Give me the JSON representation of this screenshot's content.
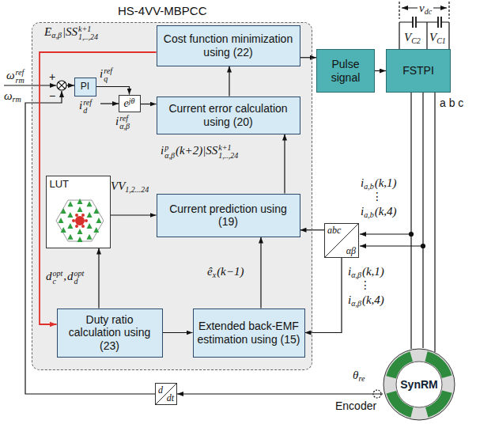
{
  "diagram": {
    "nodes": [
      {
        "text": [
          "HS-4VV-MBPCC"
        ]
      },
      {
        "text": [
          "Cost function minimization using (22)"
        ],
        "in": 0
      },
      {
        "text": [
          "Current error calculation using (20)"
        ],
        "in": 0
      },
      {
        "text": [
          "PI"
        ],
        "in": 0
      },
      {
        "text": [
          "e",
          "jθ"
        ],
        "in": 0
      },
      {
        "text": [
          "LUT"
        ],
        "in": 0
      },
      {
        "text": [
          "Current prediction using (19)"
        ],
        "in": 0
      },
      {
        "text": [
          "Duty ratio calculation using (23)"
        ],
        "in": 0
      },
      {
        "text": [
          "Extended back-EMF estimation using (15)"
        ],
        "in": 0
      },
      {
        "text": [
          "Pulse signal"
        ]
      },
      {
        "text": [
          "FSTPI"
        ]
      },
      {
        "text": [
          "abc",
          "αβ"
        ]
      },
      {
        "text": [
          "SynRM"
        ]
      },
      {
        "text": [
          "d",
          "dt"
        ]
      }
    ],
    "edges": [
      {
        "from": 1,
        "to": 9,
        "arrow": "to"
      },
      {
        "from": 9,
        "to": 10,
        "arrow": "to"
      },
      {
        "from": 3,
        "to": 4,
        "arrow": "to"
      },
      {
        "from": 4,
        "to": 2,
        "arrow": "to"
      },
      {
        "from": 2,
        "to": 1,
        "arrow": "to"
      },
      {
        "from": 6,
        "to": 2,
        "arrow": "to"
      },
      {
        "from": 5,
        "to": 6,
        "arrow": "to"
      },
      {
        "from": 11,
        "to": 6,
        "arrow": "to"
      },
      {
        "from": 11,
        "to": 8,
        "arrow": "to"
      },
      {
        "from": 8,
        "to": 6,
        "arrow": "to"
      },
      {
        "from": 7,
        "to": 8,
        "arrow": "to"
      },
      {
        "from": 7,
        "to": 5,
        "arrow": "to"
      },
      {
        "from": 1,
        "to": 7,
        "arrow": "to"
      },
      {
        "from": 10,
        "to": 12,
        "arrow": "none"
      },
      {
        "from": 12,
        "to": 13,
        "arrow": "to"
      }
    ],
    "labels": [
      "ω",
      "ref",
      "rm",
      "ω",
      "rm",
      "+",
      "−",
      "i",
      "ref",
      "q",
      "i",
      "ref",
      "d",
      "i",
      "ref",
      "α,β",
      "E",
      "α,β",
      "|SS",
      "k+1",
      "1,..,24",
      "i",
      "p",
      "α,β",
      "(k+2)|SS",
      "k+1",
      "1,..,24",
      "VV",
      "1,2...24",
      "d",
      "opt",
      "c",
      ",",
      "d",
      "opt",
      "d",
      "ê",
      "x",
      "(k−1)",
      "i",
      "a,b",
      "(k,1)",
      "⋮",
      "i",
      "a,b",
      "(k,4)",
      "i",
      "α,β",
      "(k,1)",
      "⋮",
      "i",
      "α,β",
      "(k,4)",
      "θ",
      "re",
      "Encoder",
      "v",
      "dc",
      "V",
      "C2",
      "V",
      "C1",
      "a b c"
    ]
  }
}
